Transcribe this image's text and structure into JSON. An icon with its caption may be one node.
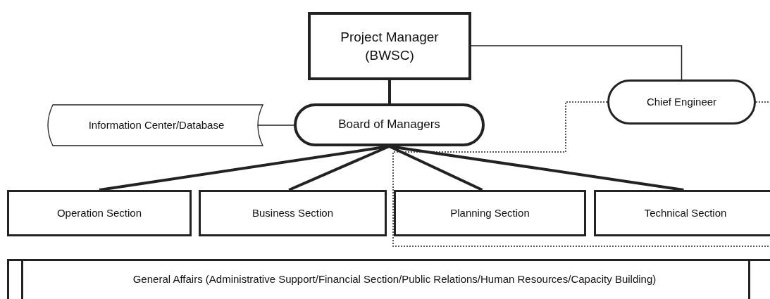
{
  "diagram": {
    "nodes": [
      {
        "text": [
          "Project Manager (BWSC)"
        ]
      },
      {
        "text": [
          "Chief Engineer"
        ]
      },
      {
        "text": [
          "Information Center/Database"
        ]
      },
      {
        "text": [
          "Board of Managers"
        ]
      },
      {
        "text": [
          "Operation Section"
        ]
      },
      {
        "text": [
          "Business Section"
        ]
      },
      {
        "text": [
          "Planning Section"
        ]
      },
      {
        "text": [
          "Technical Section"
        ]
      },
      {
        "text": [
          "General Affairs (Administrative Support/Financial Section/Public Relations/Human Resources/Capacity Building)"
        ]
      }
    ],
    "edges": [
      {
        "from": 0,
        "to": 3,
        "arrow": "none"
      },
      {
        "from": 0,
        "to": 1,
        "arrow": "none"
      },
      {
        "from": 2,
        "to": 3,
        "arrow": "none"
      },
      {
        "from": 3,
        "to": 4,
        "arrow": "none"
      },
      {
        "from": 3,
        "to": 5,
        "arrow": "none"
      },
      {
        "from": 3,
        "to": 6,
        "arrow": "none"
      },
      {
        "from": 3,
        "to": 7,
        "arrow": "none"
      },
      {
        "from": 1,
        "to": null,
        "arrow": "none",
        "style": "dashed"
      },
      {
        "from": 1,
        "to": null,
        "arrow": "none",
        "style": "dashed"
      }
    ]
  }
}
